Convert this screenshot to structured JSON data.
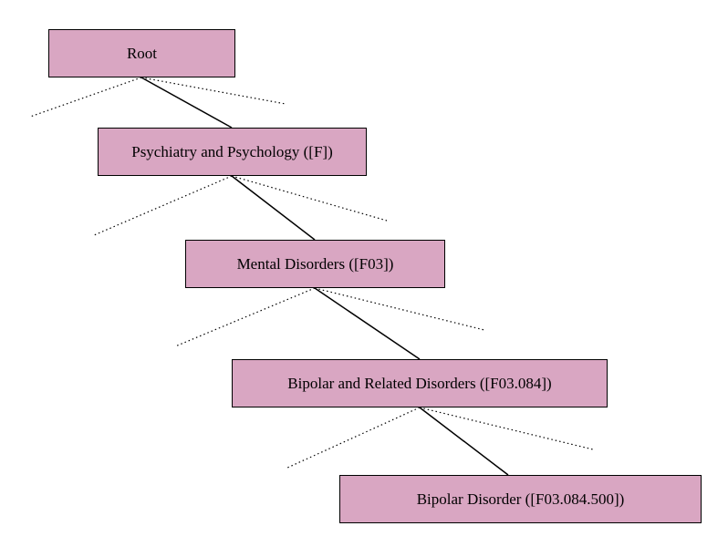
{
  "diagram": {
    "type": "tree-path",
    "colors": {
      "node_fill": "#d9a6c2",
      "node_border": "#000000",
      "edge": "#000000"
    },
    "nodes": [
      {
        "id": "root",
        "label": "Root"
      },
      {
        "id": "psych",
        "label": "Psychiatry and Psychology ([F])"
      },
      {
        "id": "mental",
        "label": "Mental Disorders ([F03])"
      },
      {
        "id": "bipolar",
        "label": "Bipolar and Related Disorders ([F03.084])"
      },
      {
        "id": "bipdis",
        "label": "Bipolar Disorder ([F03.084.500])"
      }
    ],
    "edges": [
      {
        "from": "root",
        "to": "psych",
        "style": "solid"
      },
      {
        "from": "psych",
        "to": "mental",
        "style": "solid"
      },
      {
        "from": "mental",
        "to": "bipolar",
        "style": "solid"
      },
      {
        "from": "bipolar",
        "to": "bipdis",
        "style": "solid"
      }
    ],
    "sibling_branches": "dotted lines indicating omitted siblings"
  }
}
